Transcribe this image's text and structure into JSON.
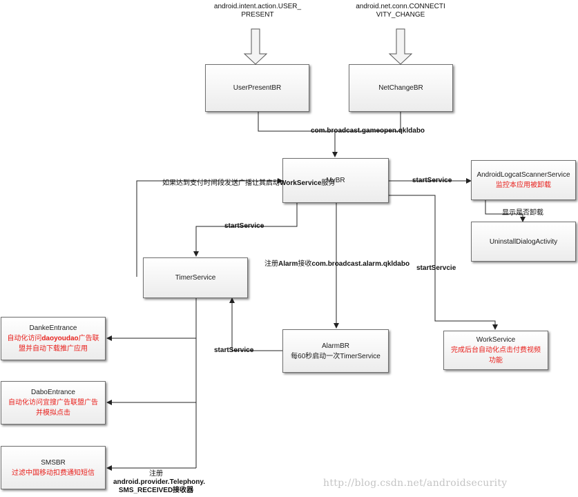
{
  "inputs": {
    "user_present_action": [
      "android.intent.action.USER_",
      "PRESENT"
    ],
    "net_change_action": [
      "android.net.conn.CONNECTI",
      "VITY_CHANGE"
    ]
  },
  "boxes": {
    "user_present_br": "UserPresentBR",
    "net_change_br": "NetChangeBR",
    "my_br": "MyBR",
    "logcat_scanner": {
      "title": "AndroidLogcatScannerService",
      "desc": "监控本应用被卸载"
    },
    "uninstall_dialog": "UninstallDialogActivity",
    "timer_service": "TimerService",
    "alarm_br": {
      "title": "AlarmBR",
      "desc": "每60秒启动一次TimerService"
    },
    "work_service": {
      "title": "WorkService",
      "desc": [
        "完成后台自动化点击付费视频",
        "功能"
      ]
    },
    "danke_entrance": {
      "title": "DankeEntrance",
      "desc_pre": "自动化访问",
      "desc_bold": "daoyoudao",
      "desc_post": "广告联",
      "desc_line2": "盟并自动下载推广应用"
    },
    "dabo_entrance": {
      "title": "DaboEntrance",
      "desc": [
        "自动化访问宜搜广告联盟广告",
        "并模拟点击"
      ]
    },
    "sms_br": {
      "title": "SMSBR",
      "desc": "过滤中国移动扣费通知短信"
    }
  },
  "labels": {
    "gameopen_broadcast": "com.broadcast.gameopen.qkldabo",
    "start_service_logcat": "startService",
    "show_uninstall": "显示是否卸载",
    "timer_to_mybr_pre": "如果达到支付时间段发送广播让其启动",
    "timer_to_mybr_bold": "WorkService",
    "timer_to_mybr_post": "服务",
    "start_service_timer": "startService",
    "register_alarm_pre": "注册",
    "register_alarm_bold": "Alarm",
    "register_alarm_mid": "接收",
    "register_alarm_action": "com.broadcast.alarm.qkldabo",
    "start_service_work": "startServcie",
    "start_service_alarm": "startService",
    "register_sms": [
      "注册",
      "android.provider.Telephony.",
      "SMS_RECEIVED接收器"
    ]
  },
  "watermark": "http://blog.csdn.net/androidsecurity"
}
